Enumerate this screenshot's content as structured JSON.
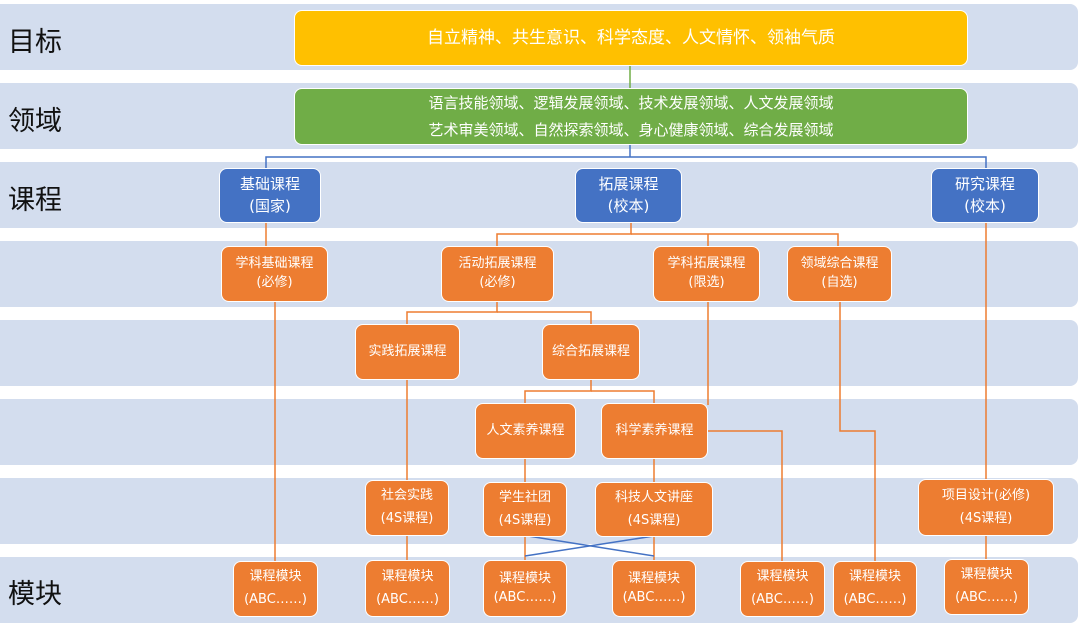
{
  "rows": {
    "goal": "目标",
    "domain": "领域",
    "course": "课程",
    "module": "模块"
  },
  "colors": {
    "band": "#d3ddee",
    "goal": "#ffc000",
    "domain": "#70ad47",
    "course": "#4472c4",
    "sub": "#ed7d31",
    "wire_blue": "#4472c4",
    "wire_orange": "#ed7d31",
    "wire_green": "#70ad47"
  },
  "goal": {
    "text": "自立精神、共生意识、科学态度、人文情怀、领袖气质"
  },
  "domains": {
    "line1": "语言技能领域、逻辑发展领域、技术发展领域、人文发展领域",
    "line2": "艺术审美领域、自然探索领域、身心健康领域、综合发展领域"
  },
  "courses": [
    {
      "name": "基础课程",
      "sub": "(国家)"
    },
    {
      "name": "拓展课程",
      "sub": "(校本)"
    },
    {
      "name": "研究课程",
      "sub": "(校本)"
    }
  ],
  "level2": [
    {
      "name": "学科基础课程",
      "sub": "(必修)"
    },
    {
      "name": "活动拓展课程",
      "sub": "(必修)"
    },
    {
      "name": "学科拓展课程",
      "sub": "(限选)"
    },
    {
      "name": "领域综合课程",
      "sub": "(自选)"
    }
  ],
  "level3": [
    {
      "name": "实践拓展课程"
    },
    {
      "name": "综合拓展课程"
    }
  ],
  "level4": [
    {
      "name": "人文素养课程"
    },
    {
      "name": "科学素养课程"
    }
  ],
  "level5": [
    {
      "name": "社会实践",
      "sub": "(4S课程)"
    },
    {
      "name": "学生社团",
      "sub": "(4S课程)"
    },
    {
      "name": "科技人文讲座",
      "sub": "(4S课程)"
    },
    {
      "name": "项目设计(必修)",
      "sub": "(4S课程)"
    }
  ],
  "modules": [
    {
      "name": "课程模块",
      "sub": "(ABC……)"
    },
    {
      "name": "课程模块",
      "sub": "(ABC……)"
    },
    {
      "name": "课程模块",
      "sub": "(ABC……)"
    },
    {
      "name": "课程模块",
      "sub": "(ABC……)"
    },
    {
      "name": "课程模块",
      "sub": "(ABC……)"
    },
    {
      "name": "课程模块",
      "sub": "(ABC……)"
    },
    {
      "name": "课程模块",
      "sub": "(ABC……)"
    }
  ]
}
